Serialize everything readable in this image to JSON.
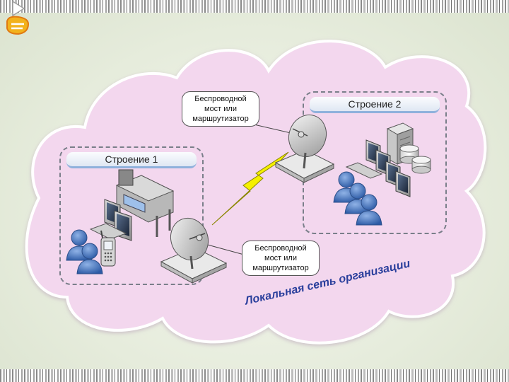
{
  "buildings": [
    {
      "title": "Строение 1"
    },
    {
      "title": "Строение 2"
    }
  ],
  "callouts": {
    "top": {
      "line1": "Беспроводной",
      "line2": "мост или",
      "line3": "маршрутизатор"
    },
    "bottom": {
      "line1": "Беспроводной",
      "line2": "мост или",
      "line3": "маршрутизатор"
    }
  },
  "caption": "Локальная сеть организации",
  "colors": {
    "cloud_fill": "#f3d7ee",
    "cloud_border": "#ffffff",
    "lightning": "#f5f000",
    "title_underline": "#8fb1dc",
    "caption": "#2a3f9c",
    "user_icon": "#3f6fb8"
  },
  "icons": [
    "slide-logo-icon",
    "printer-plotter-icon",
    "monitor-icon",
    "user-icon",
    "mobile-phone-icon",
    "satellite-dish-icon",
    "server-icon",
    "database-icon",
    "lightning-link-icon"
  ]
}
